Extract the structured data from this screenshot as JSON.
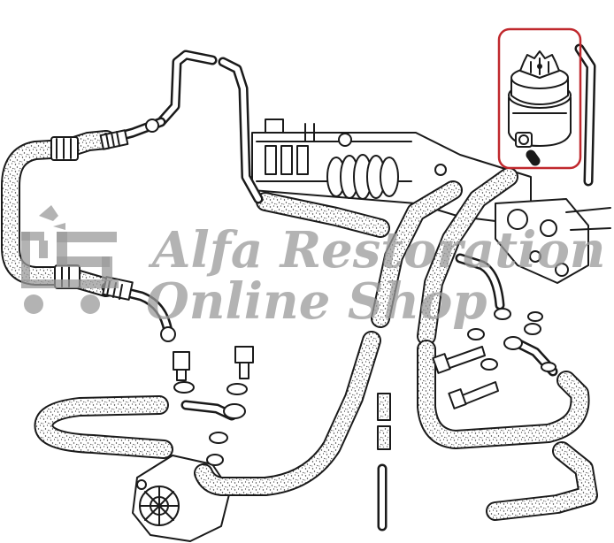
{
  "watermark": {
    "line1": "Alfa Restoration",
    "line2": "Online Shop",
    "color": "#9a9a9a"
  },
  "highlight": {
    "part": "power steering fluid reservoir",
    "color": "#c0282d"
  }
}
